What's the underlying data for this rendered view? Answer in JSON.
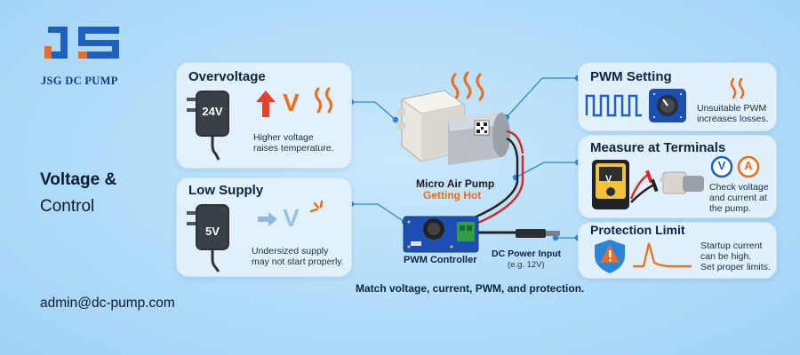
{
  "brand": {
    "name": "JSG DC PUMP",
    "logo_text": "JSG"
  },
  "side": {
    "heading_line1": "Voltage &",
    "heading_line2": "Control",
    "email": "admin@dc-pump.com"
  },
  "panels": {
    "overvoltage": {
      "title": "Overvoltage",
      "adapter_label": "24V",
      "arrow_label": "V",
      "desc_line1": "Higher voltage",
      "desc_line2": "raises temperature."
    },
    "low_supply": {
      "title": "Low Supply",
      "adapter_label": "5V",
      "arrow_label": "V",
      "desc_line1": "Undersized supply",
      "desc_line2": "may not start properly."
    },
    "pwm": {
      "title": "PWM Setting",
      "desc_line1": "Unsuitable PWM",
      "desc_line2": "increases losses."
    },
    "measure": {
      "title": "Measure at Terminals",
      "meter_label": "V",
      "v_symbol": "V",
      "a_symbol": "A",
      "desc_line1": "Check voltage",
      "desc_line2": "and current at",
      "desc_line3": "the pump."
    },
    "protection": {
      "title": "Protection Limit",
      "desc_line1": "Startup current",
      "desc_line2": "can be high.",
      "desc_line3": "Set proper limits."
    }
  },
  "center": {
    "pump_label": "Micro Air Pump",
    "pump_status": "Getting Hot",
    "controller_label": "PWM Controller",
    "power_label": "DC Power Input",
    "power_note": "(e.g. 12V)",
    "footer": "Match voltage, current, PWM, and protection."
  },
  "colors": {
    "accent_orange": "#f26a1b",
    "brand_blue": "#1f5fbf",
    "text_dark": "#0d2340",
    "board_blue": "#1d4fb3"
  }
}
